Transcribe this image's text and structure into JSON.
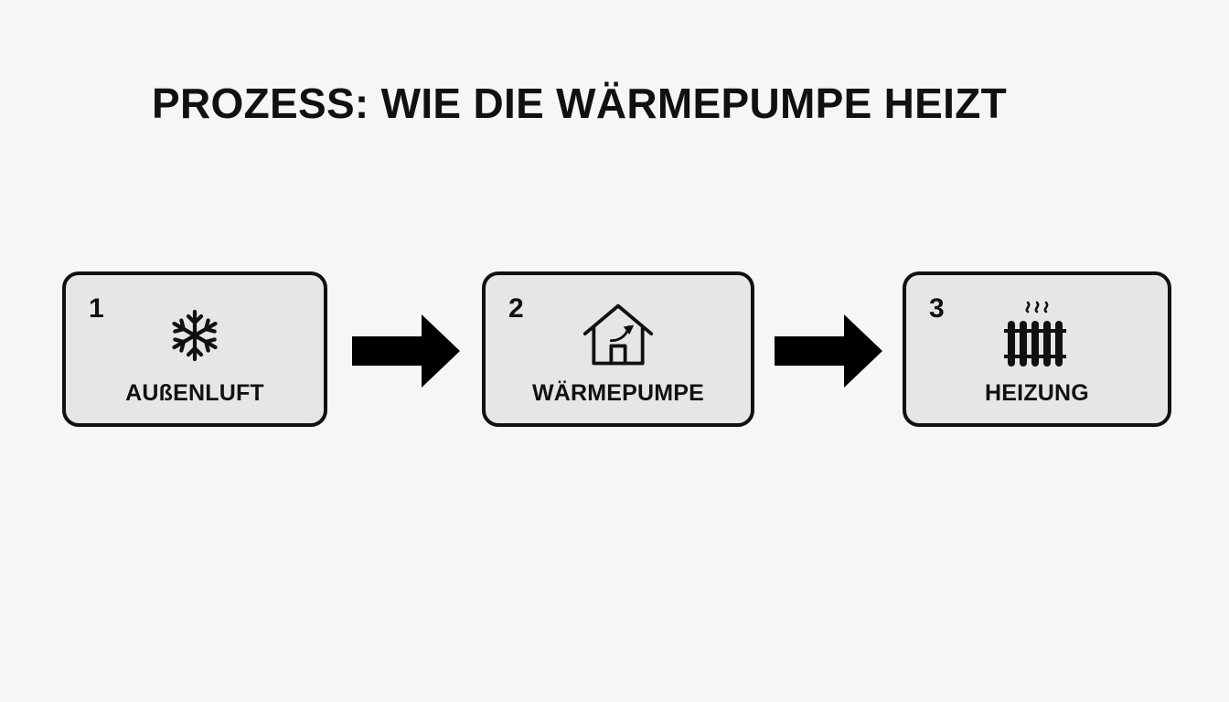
{
  "title": "PROZESS: WIE DIE WÄRMEPUMPE HEIZT",
  "steps": [
    {
      "number": "1",
      "label": "AUßENLUFT",
      "icon": "snowflake-icon"
    },
    {
      "number": "2",
      "label": "WÄRMEPUMPE",
      "icon": "house-heat-pump-icon"
    },
    {
      "number": "3",
      "label": "HEIZUNG",
      "icon": "radiator-icon"
    }
  ],
  "connectors": [
    "arrow-right-icon",
    "arrow-right-icon"
  ],
  "colors": {
    "background": "#f6f6f6",
    "box_fill": "#e6e6e6",
    "ink": "#111111"
  }
}
